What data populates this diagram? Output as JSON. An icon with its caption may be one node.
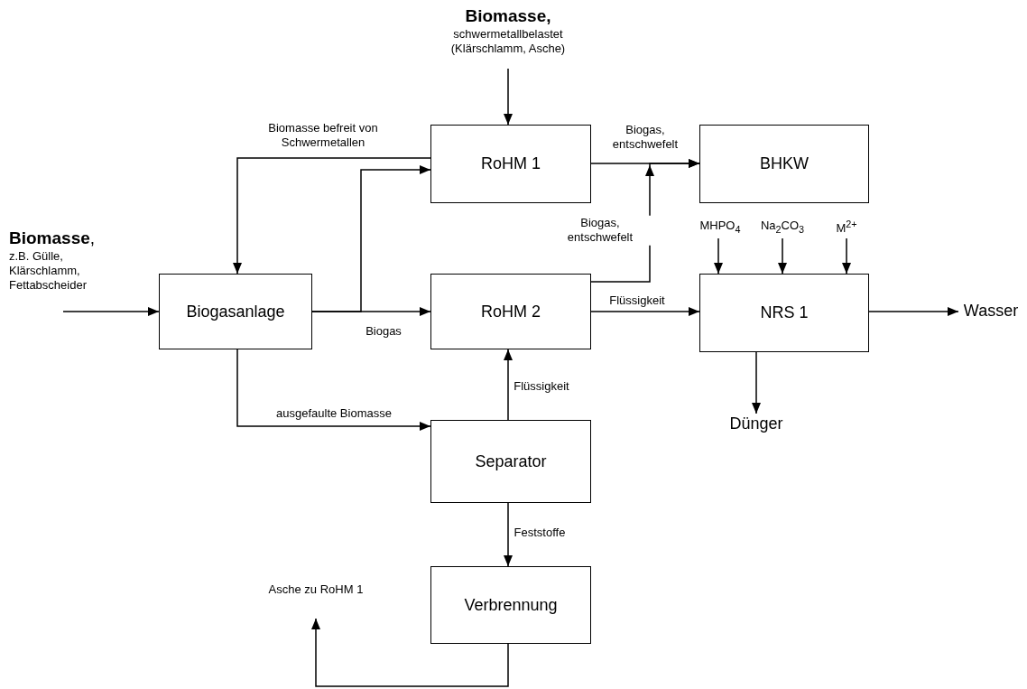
{
  "diagram": {
    "nodes": [
      {
        "text": [
          "Biomasse,",
          "schwermetallbelastet (Klärschlamm, Asche)"
        ]
      },
      {
        "text": [
          "**Biomasse**,",
          "z.B. Gülle, Klärschlamm, Fettabscheider"
        ]
      },
      {
        "text": [
          "RoHM 1"
        ]
      },
      {
        "text": [
          "BHKW"
        ]
      },
      {
        "text": [
          "Biogasanlage"
        ]
      },
      {
        "text": [
          "RoHM 2"
        ]
      },
      {
        "text": [
          "NRS 1"
        ]
      },
      {
        "text": [
          "Wasser"
        ]
      },
      {
        "text": [
          "Dünger"
        ]
      },
      {
        "text": [
          "Separator"
        ]
      },
      {
        "text": [
          "Verbrennung"
        ]
      },
      {
        "text": [
          "Asche zu RoHM 1"
        ]
      },
      {
        "text": [
          "MHPO$_{4}$"
        ]
      },
      {
        "text": [
          "Na$_{2}$CO$_{3}$"
        ]
      },
      {
        "text": [
          "M$^{2+}$"
        ]
      }
    ],
    "edges": [
      {
        "from": 0,
        "to": 2,
        "arrow": "to"
      },
      {
        "from": 2,
        "to": 4,
        "arrow": "to",
        "label": "Biomasse befreit von Schwermetallen"
      },
      {
        "from": 1,
        "to": 4,
        "arrow": "to"
      },
      {
        "from": 4,
        "to": 5,
        "arrow": "to",
        "label": "Biogas"
      },
      {
        "from": 4,
        "to": 2,
        "arrow": "to"
      },
      {
        "from": 2,
        "to": 3,
        "arrow": "to",
        "label": "Biogas, entschwefelt"
      },
      {
        "from": 5,
        "to": 3,
        "arrow": "to",
        "label": "Biogas, entschwefelt"
      },
      {
        "from": 5,
        "to": 6,
        "arrow": "to",
        "label": "Flüssigkeit"
      },
      {
        "from": 6,
        "to": 7,
        "arrow": "to"
      },
      {
        "from": 6,
        "to": 8,
        "arrow": "to"
      },
      {
        "from": 12,
        "to": 6,
        "arrow": "to"
      },
      {
        "from": 13,
        "to": 6,
        "arrow": "to"
      },
      {
        "from": 14,
        "to": 6,
        "arrow": "to"
      },
      {
        "from": 4,
        "to": 9,
        "arrow": "to",
        "label": "ausgefaulte Biomasse"
      },
      {
        "from": 9,
        "to": 5,
        "arrow": "to",
        "label": "Flüssigkeit"
      },
      {
        "from": 9,
        "to": 10,
        "arrow": "to",
        "label": "Feststoffe"
      },
      {
        "from": 10,
        "to": 11,
        "arrow": "to"
      }
    ]
  }
}
